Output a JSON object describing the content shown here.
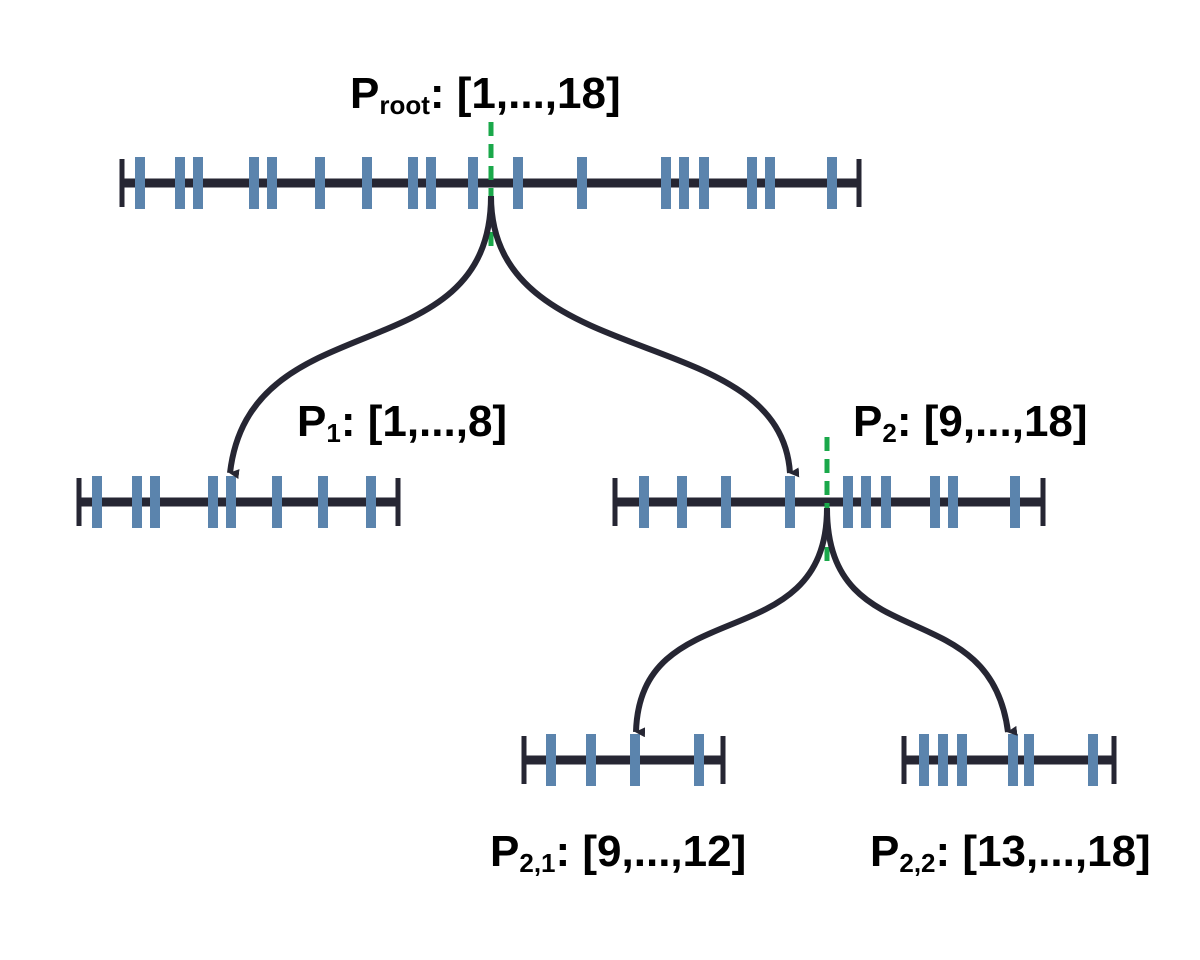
{
  "colors": {
    "axis": "#262633",
    "tick": "#5b84ad",
    "split": "#1aa84a",
    "arrow": "#262633",
    "background": "#ffffff"
  },
  "labels": {
    "root": {
      "name": "P",
      "sub": "root",
      "range": ": [1,...,18]"
    },
    "p1": {
      "name": "P",
      "sub": "1",
      "range": ": [1,...,8]"
    },
    "p2": {
      "name": "P",
      "sub": "2",
      "range": ": [9,...,18]"
    },
    "p21": {
      "name": "P",
      "sub": "2,1",
      "range": ": [9,...,12]"
    },
    "p22": {
      "name": "P",
      "sub": "2,2",
      "range": ": [13,...,18]"
    }
  },
  "partitions": {
    "root": {
      "count": 18
    },
    "p1": {
      "count": 8
    },
    "p2": {
      "count": 10
    },
    "p21": {
      "count": 4
    },
    "p22": {
      "count": 6
    }
  }
}
